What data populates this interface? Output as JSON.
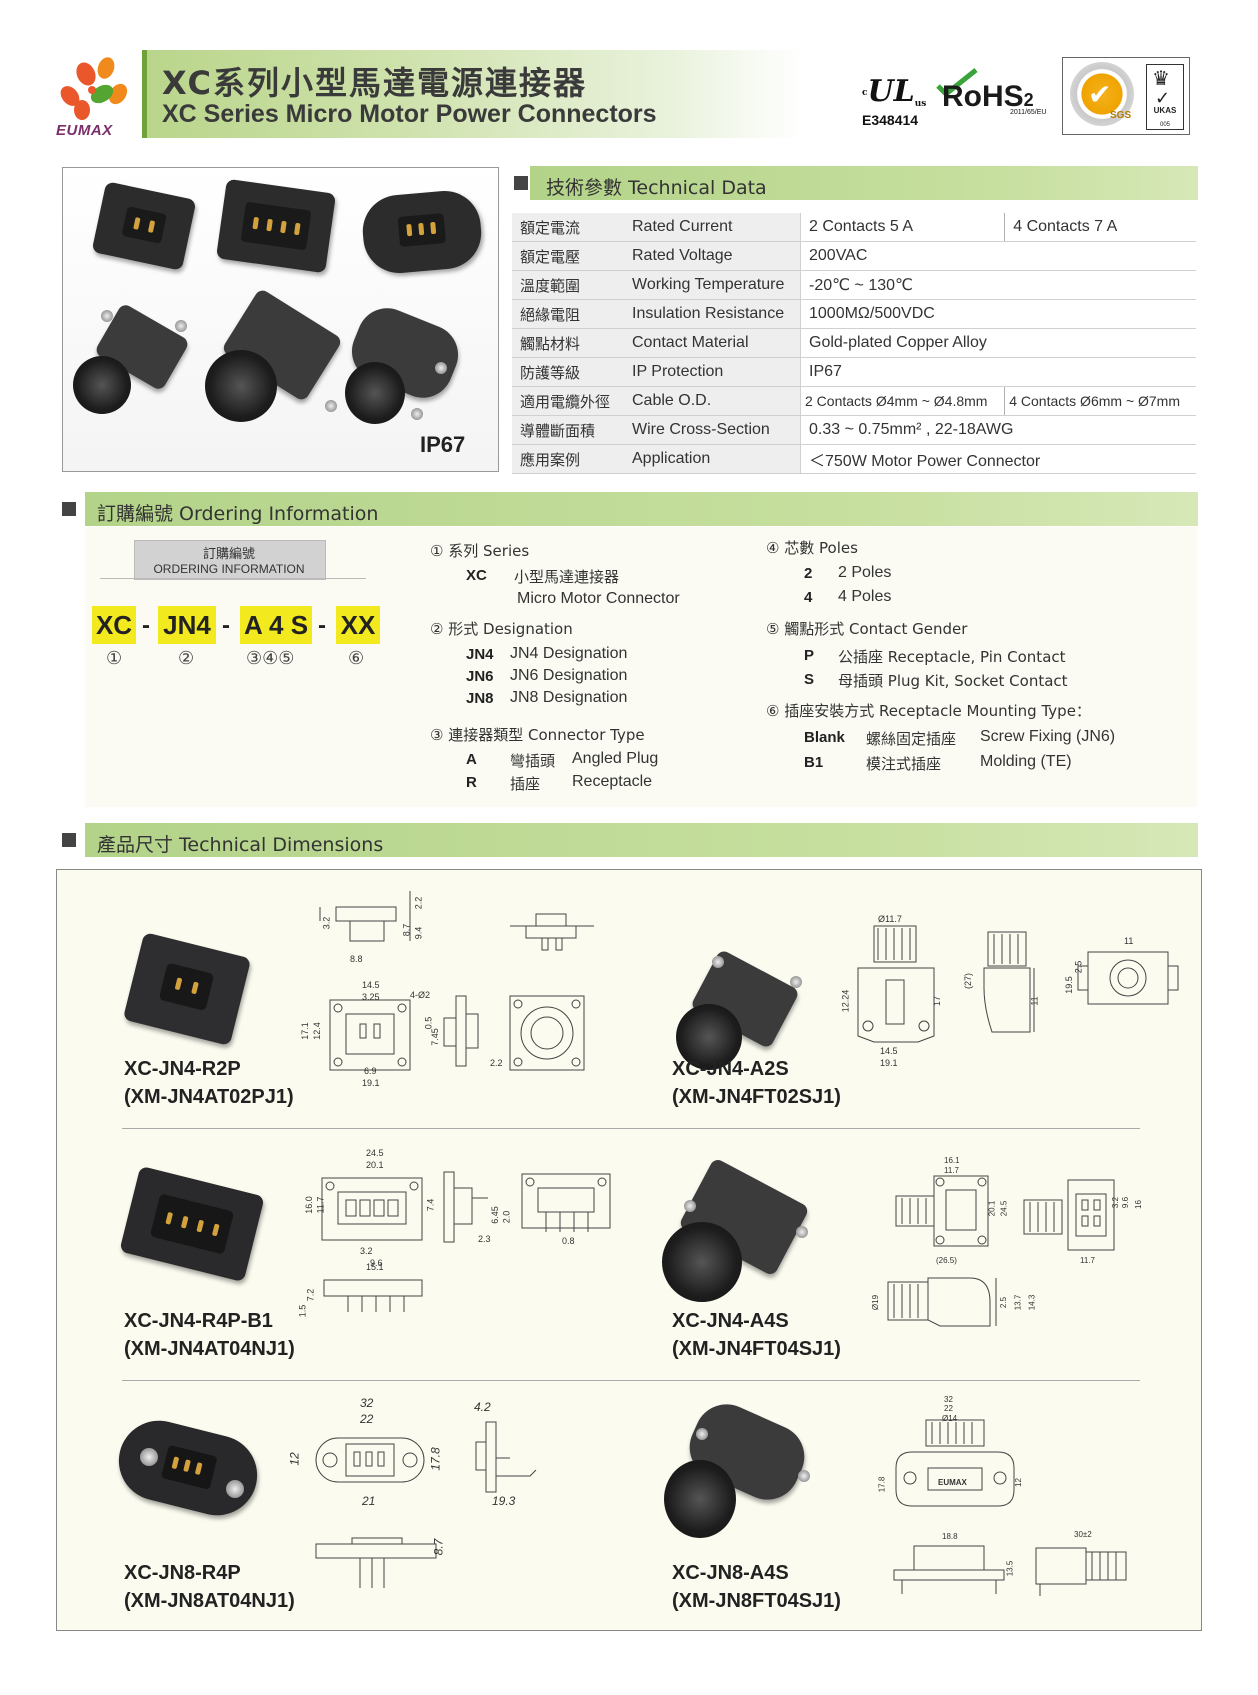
{
  "header": {
    "logo_text": "EUMAX",
    "title_zh": "XC系列小型馬達電源連接器",
    "title_en": "XC Series Micro Motor Power Connectors",
    "ul_number": "E348414",
    "rohs_label": "RoHS",
    "rohs_sub": "2011/65/EU",
    "sgs_label": "SGS",
    "ukas_label": "UKAS",
    "ukas_num": "005"
  },
  "photo": {
    "ip_label": "IP67"
  },
  "tech": {
    "section_title": "技術參數  Technical Data",
    "rows": [
      {
        "zh": "額定電流",
        "en": "Rated Current",
        "v1": "2 Contacts  5 A",
        "v2": "4 Contacts  7 A"
      },
      {
        "zh": "額定電壓",
        "en": "Rated Voltage",
        "v": "200VAC"
      },
      {
        "zh": "溫度範圍",
        "en": "Working Temperature",
        "v": "-20℃ ~ 130℃"
      },
      {
        "zh": "絕緣電阻",
        "en": "Insulation Resistance",
        "v": "1000MΩ/500VDC"
      },
      {
        "zh": "觸點材料",
        "en": "Contact Material",
        "v": "Gold-plated Copper Alloy"
      },
      {
        "zh": "防護等級",
        "en": "IP Protection",
        "v": "IP67"
      },
      {
        "zh": "適用電纜外徑",
        "en": "Cable O.D.",
        "v1": "2 Contacts  Ø4mm ~ Ø4.8mm",
        "v2": "4 Contacts  Ø6mm ~ Ø7mm"
      },
      {
        "zh": "導體斷面積",
        "en": "Wire Cross-Section",
        "v": "0.33 ~ 0.75mm² , 22-18AWG"
      },
      {
        "zh": "應用案例",
        "en": "Application",
        "v": "＜750W Motor Power Connector"
      }
    ]
  },
  "ordering": {
    "section_title": "訂購編號 Ordering Information",
    "box_zh": "訂購編號",
    "box_en": "ORDERING INFORMATION",
    "code": {
      "c1": "XC",
      "c2": "JN4",
      "c3": "A 4 S",
      "c4": "XX",
      "dash": "-"
    },
    "nums": {
      "n1": "①",
      "n2": "②",
      "n3": "③④⑤",
      "n4": "⑥"
    },
    "series": {
      "head_num": "①",
      "head_zh": "系列",
      "head_en": "Series",
      "code": "XC",
      "zh": "小型馬達連接器",
      "en": "Micro Motor Connector"
    },
    "designation": {
      "head_num": "②",
      "head_zh": "形式",
      "head_en": "Designation",
      "items": [
        {
          "code": "JN4",
          "text": "JN4 Designation"
        },
        {
          "code": "JN6",
          "text": "JN6 Designation"
        },
        {
          "code": "JN8",
          "text": "JN8 Designation"
        }
      ]
    },
    "type": {
      "head_num": "③",
      "head_zh": "連接器類型",
      "head_en": "Connector Type",
      "items": [
        {
          "code": "A",
          "zh": "彎插頭",
          "en": "Angled Plug"
        },
        {
          "code": "R",
          "zh": "插座",
          "en": "Receptacle"
        }
      ]
    },
    "poles": {
      "head_num": "④",
      "head_zh": "芯數",
      "head_en": "Poles",
      "items": [
        {
          "code": "2",
          "text": "2 Poles"
        },
        {
          "code": "4",
          "text": "4 Poles"
        }
      ]
    },
    "gender": {
      "head_num": "⑤",
      "head_zh": "觸點形式",
      "head_en": "Contact Gender",
      "items": [
        {
          "code": "P",
          "text": "公插座 Receptacle, Pin Contact"
        },
        {
          "code": "S",
          "text": "母插頭 Plug Kit, Socket Contact"
        }
      ]
    },
    "mounting": {
      "head_num": "⑥",
      "head_zh": "插座安裝方式",
      "head_en": "Receptacle Mounting Type：",
      "items": [
        {
          "code": "Blank",
          "zh": "螺絲固定插座",
          "en": "Screw Fixing (JN6)"
        },
        {
          "code": "B1",
          "zh": "模注式插座",
          "en": "Molding (TE)"
        }
      ]
    }
  },
  "dimensions": {
    "section_title": "產品尺寸  Technical Dimensions",
    "models": [
      {
        "name": "XC-JN4-R2P",
        "alt": "(XM-JN4AT02PJ1)"
      },
      {
        "name": "XC-JN4-A2S",
        "alt": "(XM-JN4FT02SJ1)"
      },
      {
        "name": "XC-JN4-R4P-B1",
        "alt": "(XM-JN4AT04NJ1)"
      },
      {
        "name": "XC-JN4-A4S",
        "alt": "(XM-JN4FT04SJ1)"
      },
      {
        "name": "XC-JN8-R4P",
        "alt": "(XM-JN8AT04NJ1)"
      },
      {
        "name": "XC-JN8-A4S",
        "alt": "(XM-JN8FT04SJ1)"
      }
    ],
    "labels": {
      "r2p": [
        "14.5",
        "3.25",
        "4-Ø2",
        "17.1",
        "12.4",
        "6.9",
        "19.1",
        "7.45",
        "2.2",
        "3.2",
        "8.8",
        "8.7",
        "9.4",
        "0.5"
      ],
      "a2s": [
        "Ø11.7",
        "12.24",
        "17",
        "(27)",
        "14.5",
        "19.1",
        "11",
        "19.5",
        "2.5"
      ],
      "r4p": [
        "24.5",
        "20.1",
        "16.0",
        "11.7",
        "3.2",
        "9.6",
        "7.4",
        "6.45",
        "2.0",
        "2.3",
        "15.1",
        "7.2",
        "1.5",
        "0.8"
      ],
      "a4s": [
        "16.1",
        "11.7",
        "20.1",
        "24.5",
        "(26.5)",
        "11.7",
        "Ø19",
        "13.7",
        "14.3",
        "2.5",
        "3.2",
        "9.6",
        "16"
      ],
      "jn8r": [
        "32",
        "22",
        "12",
        "17.8",
        "21",
        "4.2",
        "19.3",
        "8.7"
      ],
      "jn8a": [
        "32",
        "22",
        "Ø14",
        "17.8",
        "12",
        "18.8",
        "30±2",
        "13.5"
      ]
    },
    "embossed_text": "EUMAX"
  }
}
